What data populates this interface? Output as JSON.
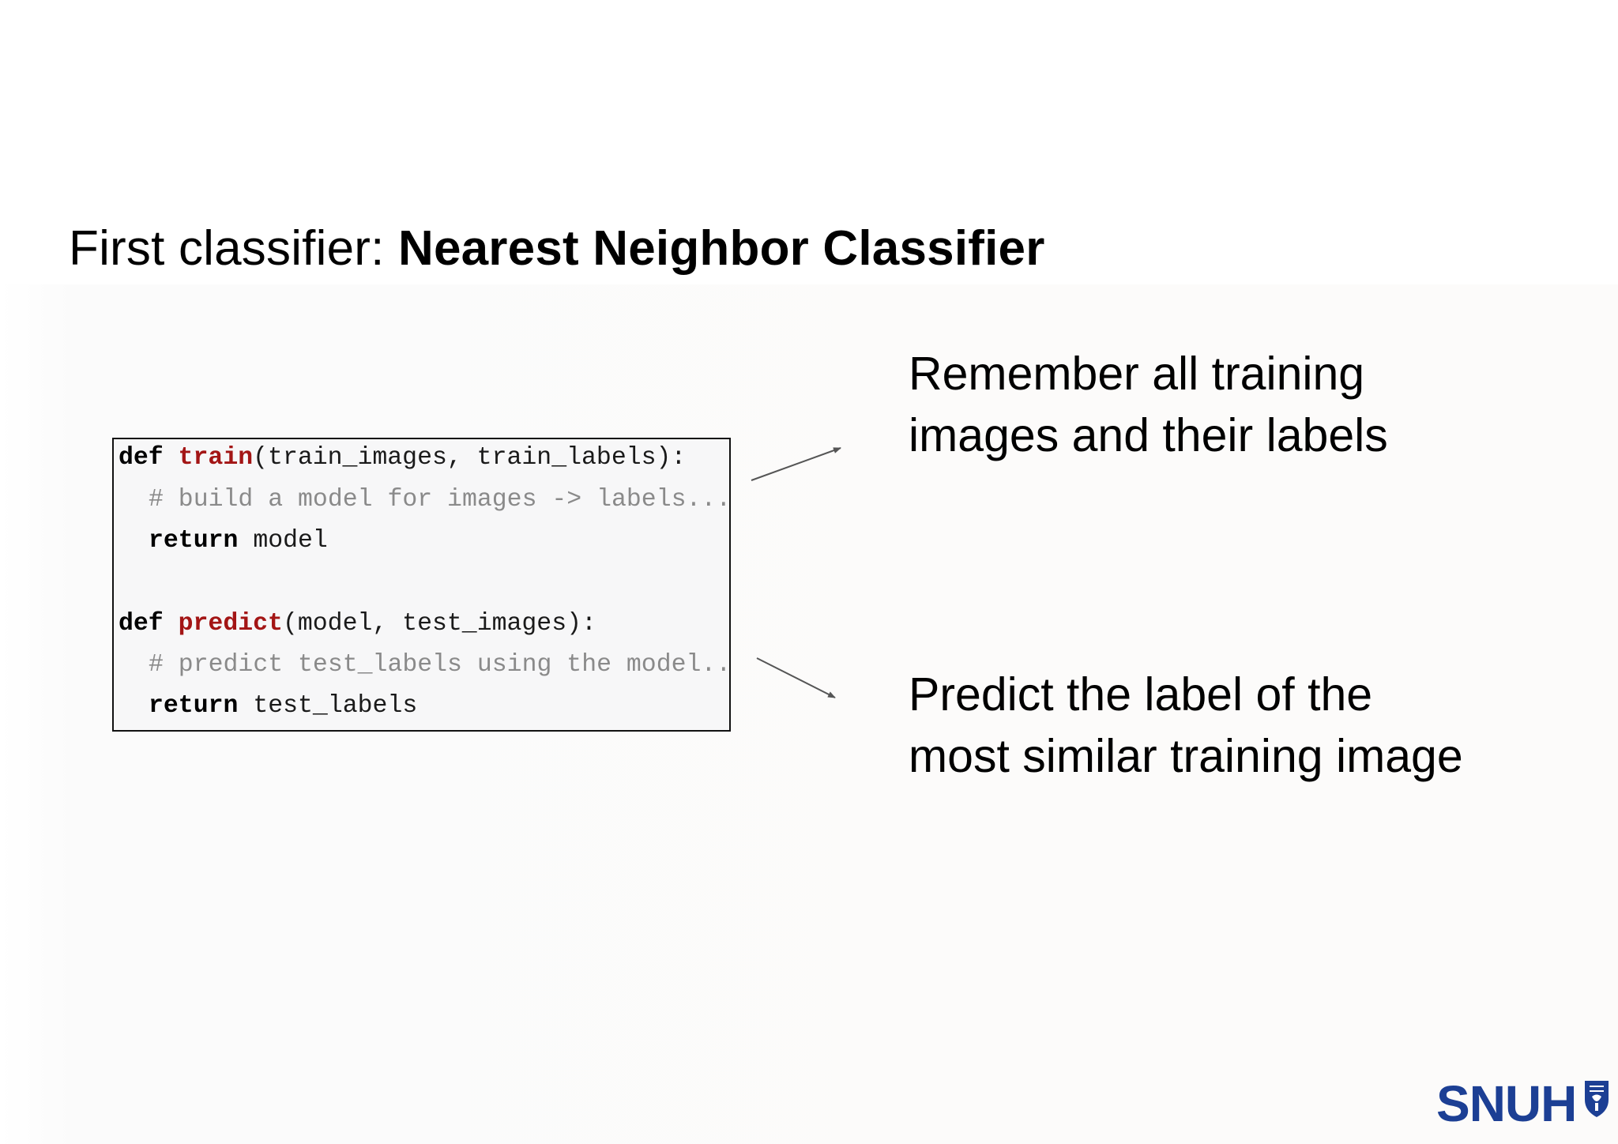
{
  "title": {
    "prefix": "First classifier: ",
    "emphasis": "Nearest Neighbor Classifier"
  },
  "code": {
    "train_def_kw": "def ",
    "train_fn": "train",
    "train_args": "(train_images, train_labels):",
    "train_comment": "# build a model for images -> labels...",
    "train_return_kw": "return",
    "train_return_val": " model",
    "predict_def_kw": "def ",
    "predict_fn": "predict",
    "predict_args": "(model, test_images):",
    "predict_comment": "# predict test_labels using the model...",
    "predict_return_kw": "return",
    "predict_return_val": " test_labels"
  },
  "callouts": {
    "train_line1": "Remember all training",
    "train_line2": "images and their labels",
    "predict_line1": "Predict the label of the",
    "predict_line2": "most similar training image"
  },
  "logo": {
    "text": "SNUH"
  },
  "colors": {
    "function_name": "#a31515",
    "comment": "#8a8a8a",
    "logo_blue": "#1c3f94"
  },
  "icons": {
    "logo_emblem": "shield-emblem-icon"
  }
}
